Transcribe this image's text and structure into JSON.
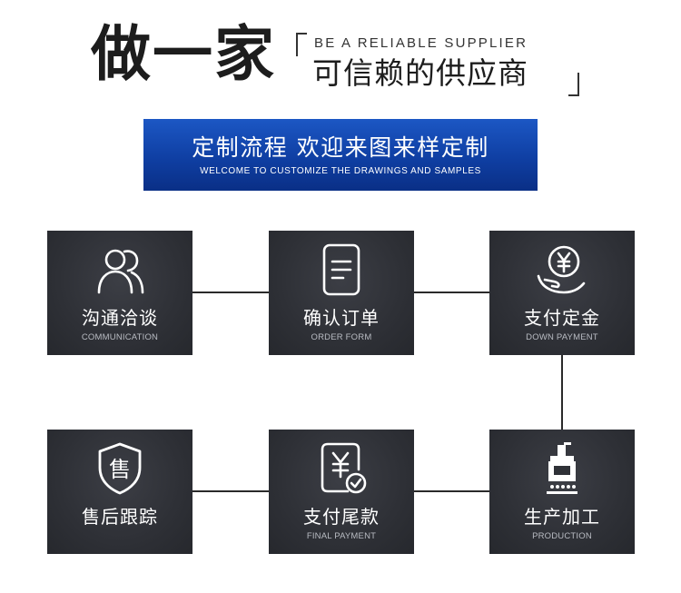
{
  "header": {
    "headline": "做一家",
    "tagline_en": "BE A RELIABLE SUPPLIER",
    "tagline_cn": "可信赖的供应商"
  },
  "banner": {
    "title_cn": "定制流程 欢迎来图来样定制",
    "subtitle_en": "WELCOME TO CUSTOMIZE THE DRAWINGS AND SAMPLES"
  },
  "steps": [
    {
      "cn": "沟通洽谈",
      "en": "COMMUNICATION",
      "icon": "people-icon"
    },
    {
      "cn": "确认订单",
      "en": "ORDER FORM",
      "icon": "document-icon"
    },
    {
      "cn": "支付定金",
      "en": "DOWN PAYMENT",
      "icon": "yen-coin-hand-icon"
    },
    {
      "cn": "售后跟踪",
      "en": "",
      "icon": "after-sales-shield-icon"
    },
    {
      "cn": "支付尾款",
      "en": "FINAL PAYMENT",
      "icon": "yen-check-document-icon"
    },
    {
      "cn": "生产加工",
      "en": "PRODUCTION",
      "icon": "machine-icon"
    }
  ],
  "colors": {
    "banner_blue": "#1248b4",
    "card_dark": "#2f3137",
    "text_dark": "#1d1d1d"
  }
}
